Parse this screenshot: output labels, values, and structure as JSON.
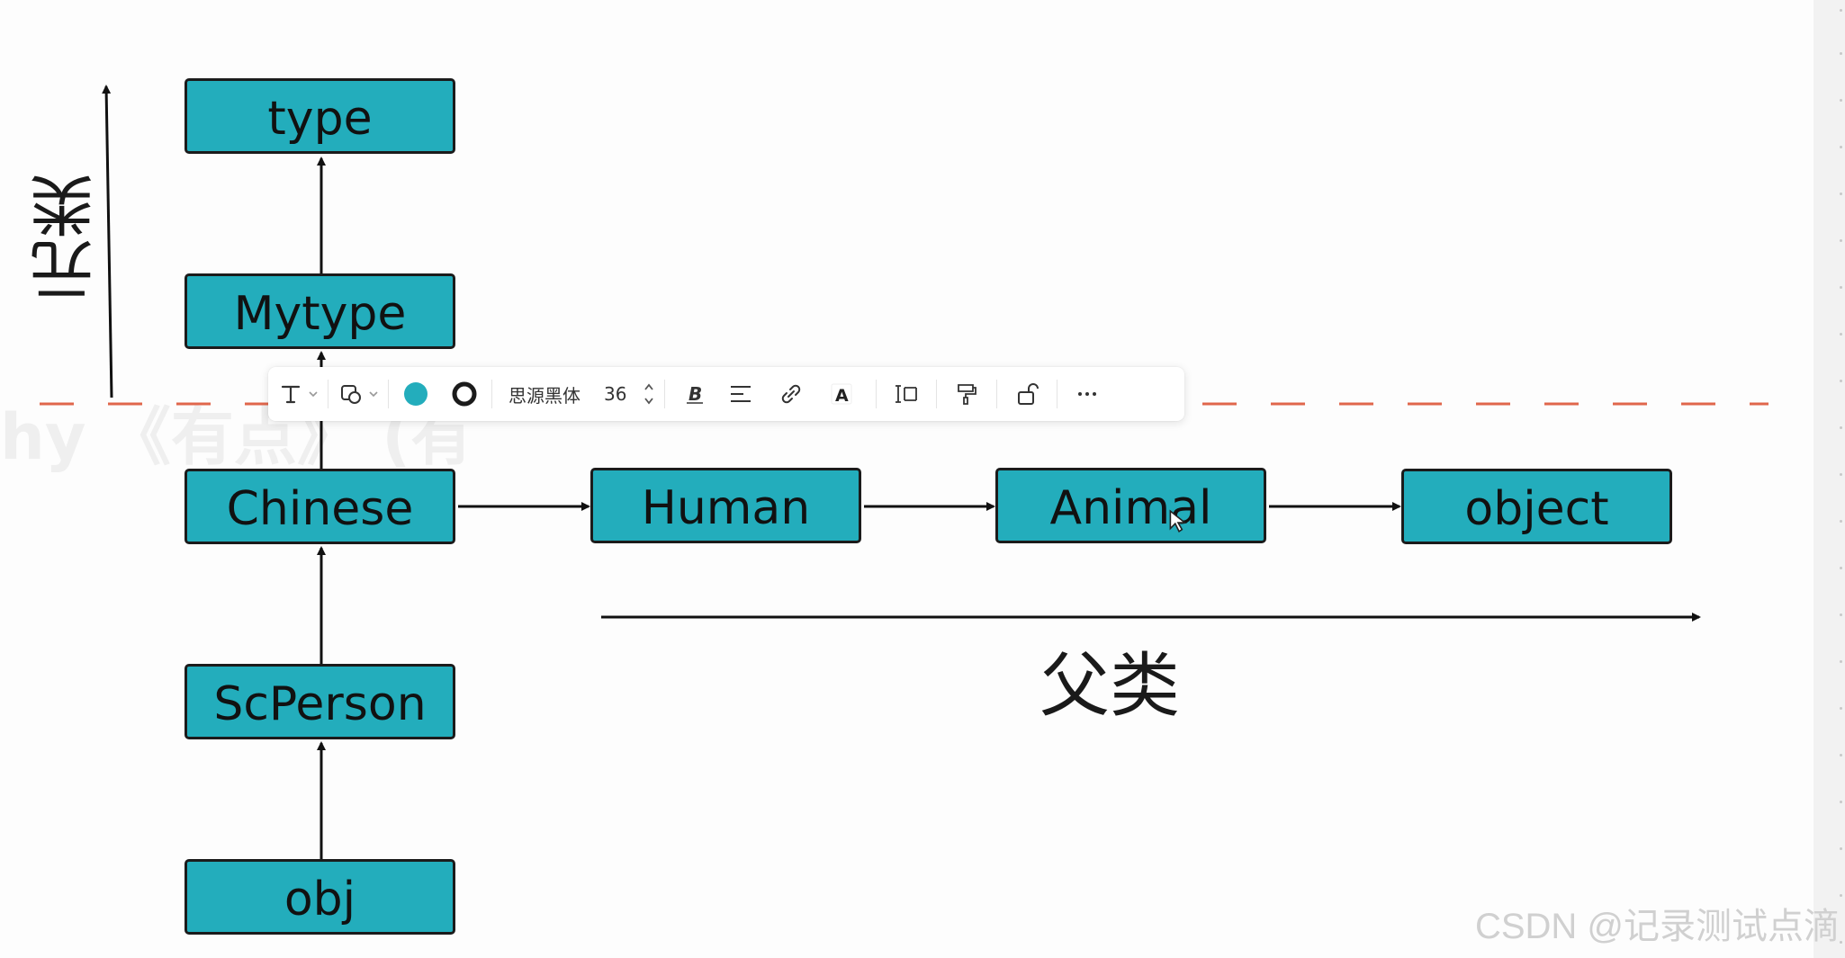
{
  "diagram": {
    "nodes": {
      "type": "type",
      "mytype": "Mytype",
      "chinese": "Chinese",
      "scperson": "ScPerson",
      "obj": "obj",
      "human": "Human",
      "animal": "Animal",
      "object": "object"
    },
    "meta_axis_label": "元类",
    "parent_axis_label": "父类",
    "ghost_text": "hy    《有点》 (有"
  },
  "toolbar": {
    "text_tool_icon": "text-T-icon",
    "shape_tool_icon": "shape-icon",
    "fill_color": "#23adbc",
    "stroke_color": "#1b1b1b",
    "font_name": "思源黑体",
    "font_size": "36",
    "bold_icon": "bold-icon",
    "align_icon": "align-icon",
    "link_icon": "link-icon",
    "text_style_icon": "text-A-icon",
    "spacing_icon": "line-spacing-icon",
    "format_painter_icon": "format-painter-icon",
    "lock_icon": "unlock-icon",
    "more_icon": "more-icon"
  },
  "watermark": "CSDN @记录测试点滴",
  "colors": {
    "node_fill": "#23adbc",
    "node_border": "#1b1b1b",
    "dashed_line": "#e0664c"
  }
}
